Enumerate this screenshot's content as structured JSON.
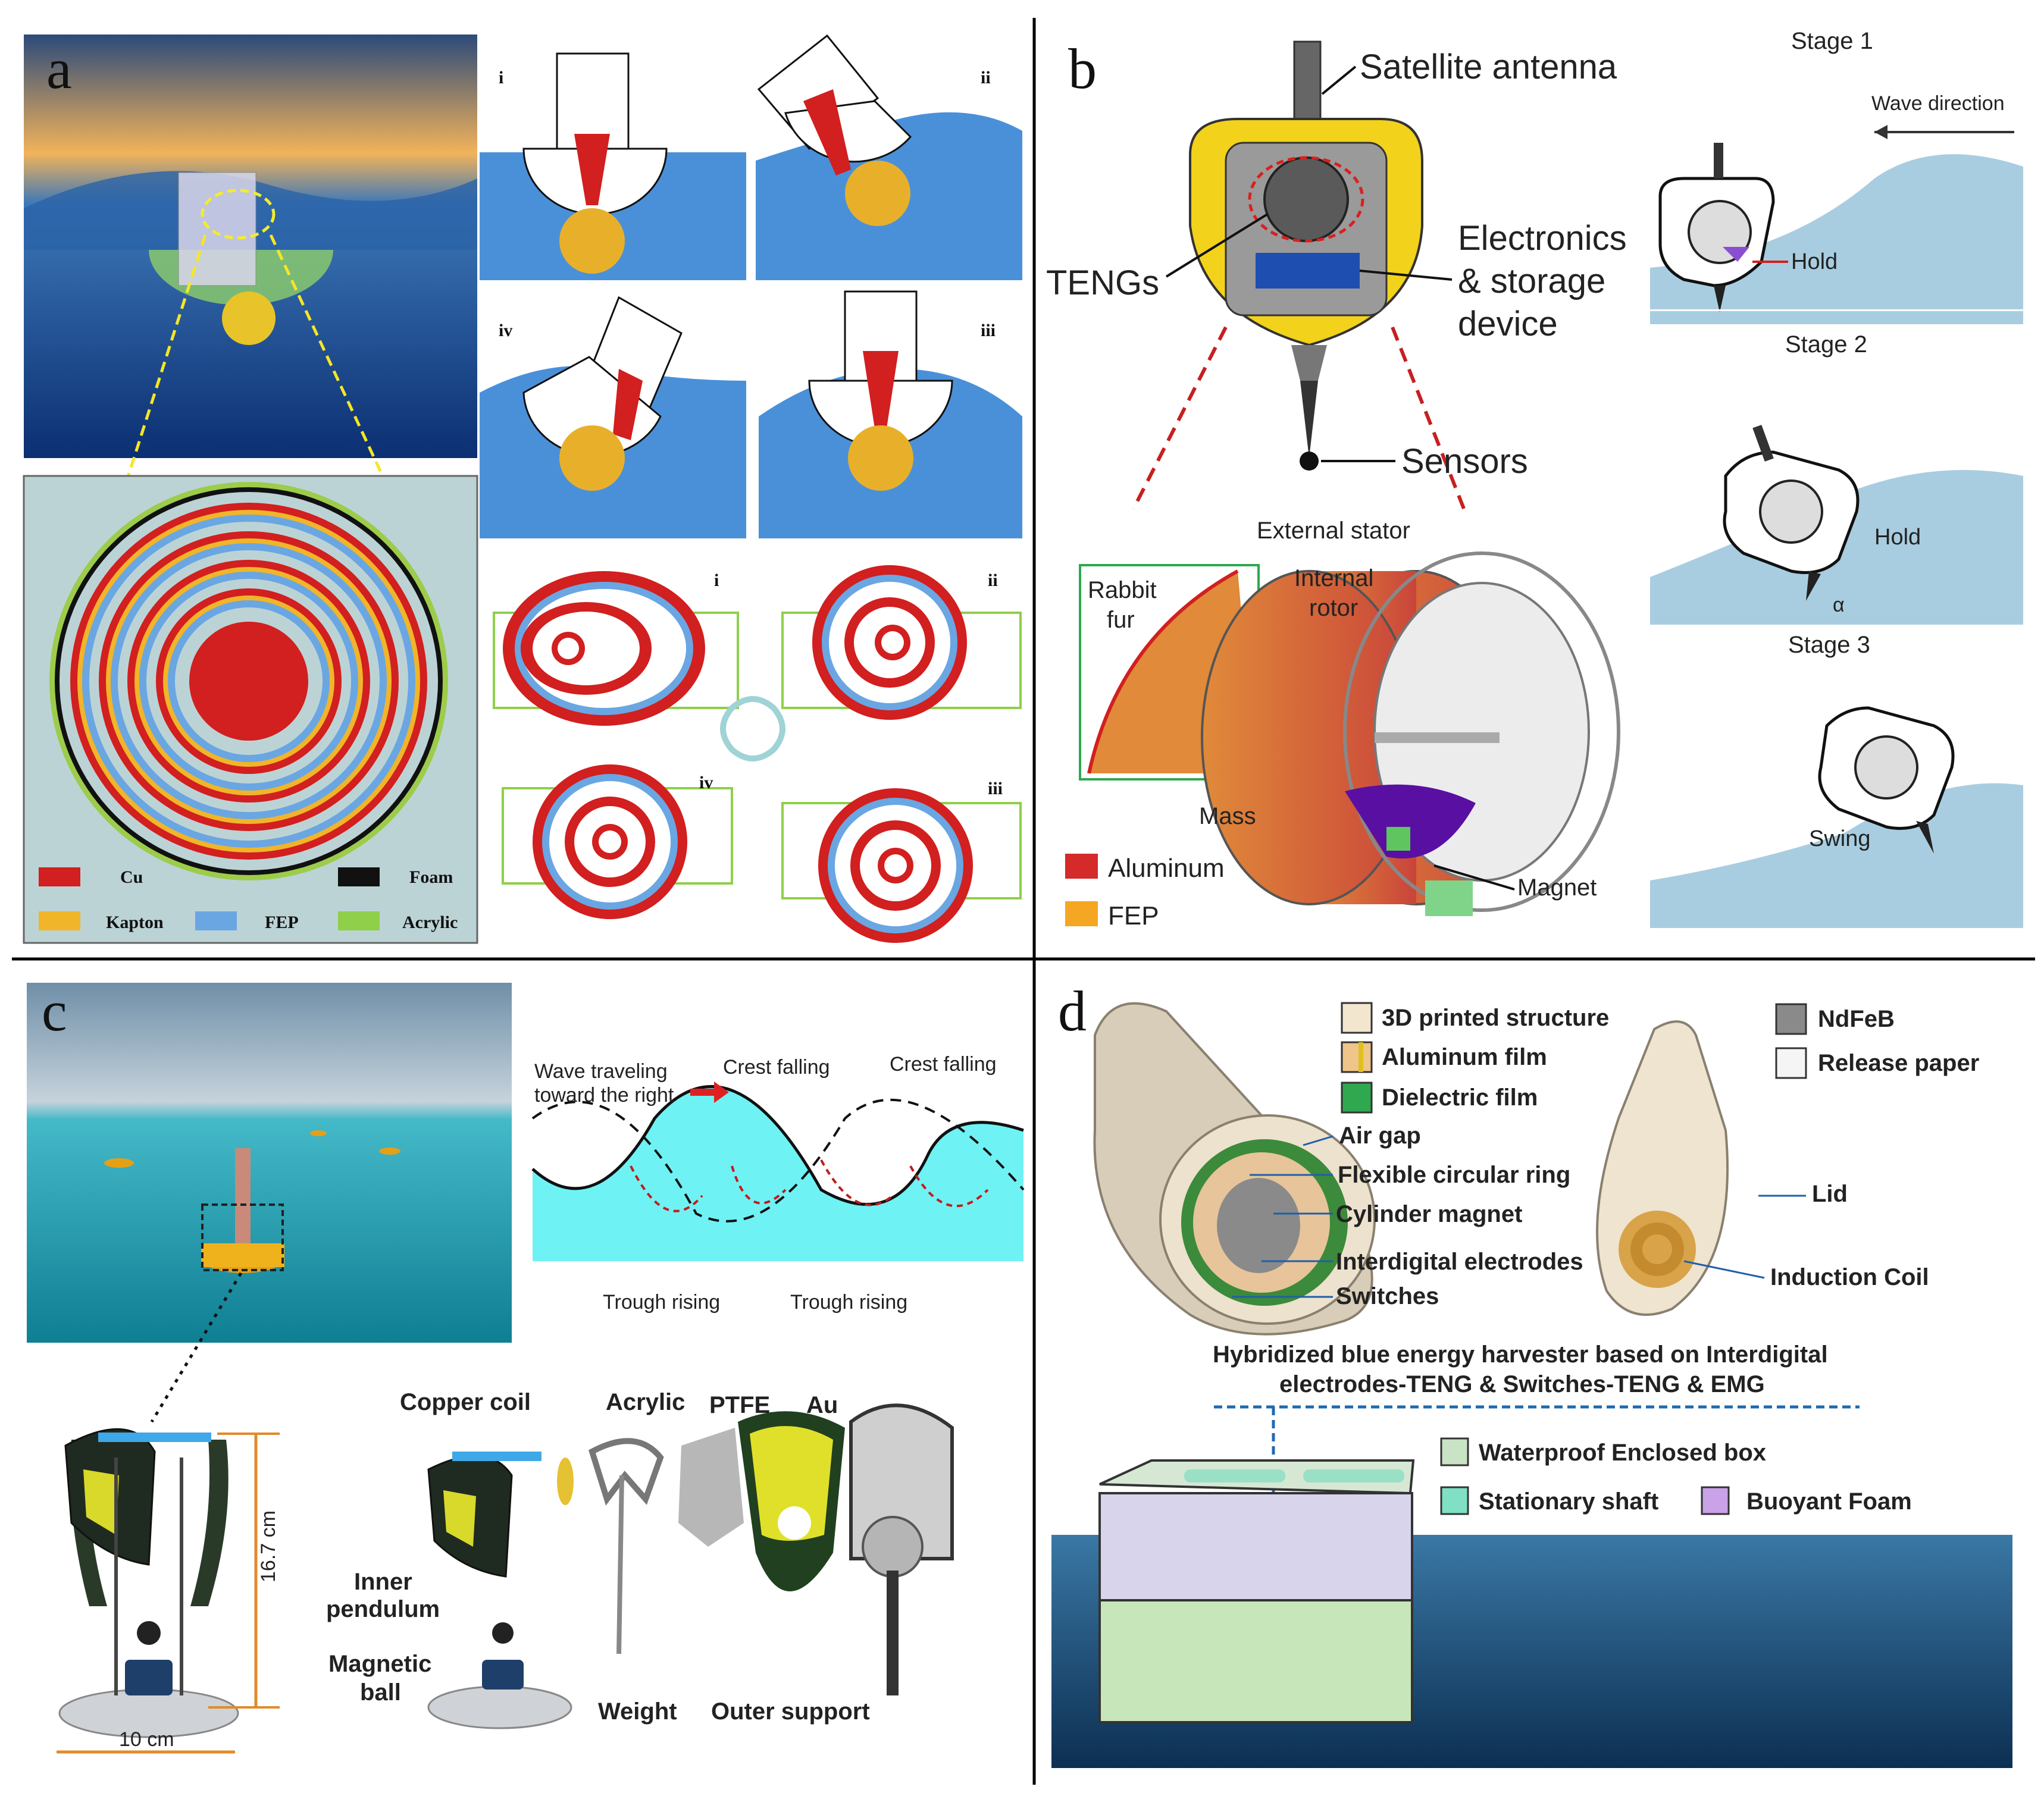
{
  "panel_letters": {
    "a": "a",
    "b": "b",
    "c": "c",
    "d": "d"
  },
  "colors": {
    "cu": "#d21f1f",
    "kapton": "#f0b52a",
    "fep": "#6aa6e2",
    "foam": "#111111",
    "acrylic": "#8fcf4a",
    "water": "#4a90d9",
    "sea_light": "#a9cde0",
    "aluminum": "#d42a2a",
    "fep_b": "#f5a623",
    "buoy_yellow": "#f2d21b",
    "d_cream": "#f2e6cf",
    "d_green": "#2fa84f",
    "d_purple": "#c9a2e8",
    "d_mint": "#7fe0c5"
  },
  "panel_a": {
    "legend": {
      "cu": "Cu",
      "foam": "Foam",
      "kapton": "Kapton",
      "fep": "FEP",
      "acrylic": "Acrylic"
    },
    "stages_top": [
      "i",
      "ii",
      "iv",
      "iii"
    ],
    "stages_bottom": [
      "i",
      "ii",
      "iv",
      "iii"
    ]
  },
  "panel_b": {
    "labels": {
      "satellite_antenna": "Satellite antenna",
      "tengs": "TENGs",
      "electronics": [
        "Electronics",
        "& storage",
        "device"
      ],
      "sensors": "Sensors",
      "external_stator": "External  stator",
      "internal_rotor": [
        "Internal",
        "rotor"
      ],
      "rabbit_fur": [
        "Rabbit",
        "fur"
      ],
      "mass": "Mass",
      "magnet": "Magnet"
    },
    "legend": {
      "aluminum": "Aluminum",
      "fep": "FEP"
    },
    "stages": {
      "stage1": "Stage 1",
      "stage2": "Stage 2",
      "stage3": "Stage 3",
      "wave_direction": "Wave direction",
      "hold": "Hold",
      "swing": "Swing",
      "alpha": "α"
    }
  },
  "panel_c": {
    "wave": {
      "traveling": [
        "Wave traveling",
        "toward the right"
      ],
      "crest_falling": "Crest falling",
      "trough_rising": "Trough rising"
    },
    "dims": {
      "height": "16.7 cm",
      "width": "10 cm"
    },
    "parts": {
      "copper_coil": "Copper coil",
      "acrylic": "Acrylic",
      "ptfe": "PTFE",
      "au": "Au",
      "inner_pendulum": [
        "Inner",
        "pendulum"
      ],
      "magnetic_ball": [
        "Magnetic",
        "ball"
      ],
      "weight": "Weight",
      "outer_support": "Outer support"
    }
  },
  "panel_d": {
    "legend": {
      "printed": "3D printed structure",
      "aluminum": "Aluminum film",
      "dielectric": "Dielectric film",
      "ndfeb": "NdFeB",
      "release": "Release paper"
    },
    "labels": {
      "air_gap": "Air gap",
      "ring": "Flexible circular ring",
      "magnet": "Cylinder magnet",
      "electrodes": "Interdigital electrodes",
      "switches": "Switches",
      "lid": "Lid",
      "coil": "Induction Coil"
    },
    "title": [
      "Hybridized blue energy harvester based on Interdigital",
      "electrodes-TENG & Switches-TENG & EMG"
    ],
    "legend2": {
      "box": "Waterproof Enclosed box",
      "shaft": "Stationary shaft",
      "foam": "Buoyant Foam"
    }
  }
}
